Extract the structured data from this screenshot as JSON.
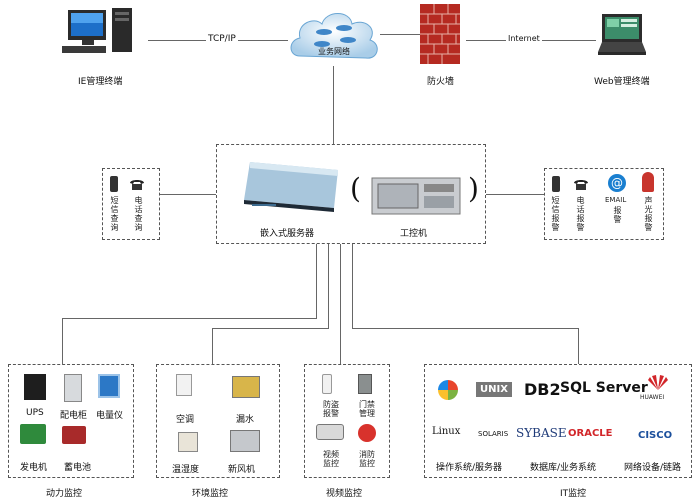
{
  "top": {
    "ie_terminal": "IE管理终端",
    "tcpip": "TCP/IP",
    "cloud": "业务网络",
    "firewall": "防火墙",
    "internet": "Internet",
    "web_terminal": "Web管理终端"
  },
  "center": {
    "server": "嵌入式服务器",
    "ipc": "工控机",
    "paren_open": "(",
    "paren_close": ")"
  },
  "left_notify": {
    "sms": "短信查询",
    "phone": "电话查询"
  },
  "right_notify": {
    "sms": "短信报警",
    "phone": "电话报警",
    "email_top": "EMAIL",
    "email": "报警",
    "light": "声光报警"
  },
  "power": {
    "title": "动力监控",
    "ups": "UPS",
    "cabinet": "配电柜",
    "meter": "电量仪",
    "generator": "发电机",
    "battery": "蓄电池"
  },
  "env": {
    "title": "环境监控",
    "ac": "空调",
    "leak": "漏水",
    "temp": "温湿度",
    "fan": "新风机"
  },
  "video": {
    "title": "视频监控",
    "intrusion": "防盗报警",
    "door": "门禁管理",
    "camera": "视频监控",
    "fire": "消防监控"
  },
  "it": {
    "title": "IT监控",
    "windows": "",
    "unix": "UNIX",
    "db2": "DB2",
    "sqlserver": "SQL Server",
    "huawei": "HUAWEI",
    "linux": "Linux",
    "solaris": "SOLARIS",
    "sybase": "SYBASE",
    "oracle": "ORACLE",
    "cisco": "CISCO",
    "os": "操作系统/服务器",
    "db": "数据库/业务系统",
    "net": "网络设备/链路"
  }
}
